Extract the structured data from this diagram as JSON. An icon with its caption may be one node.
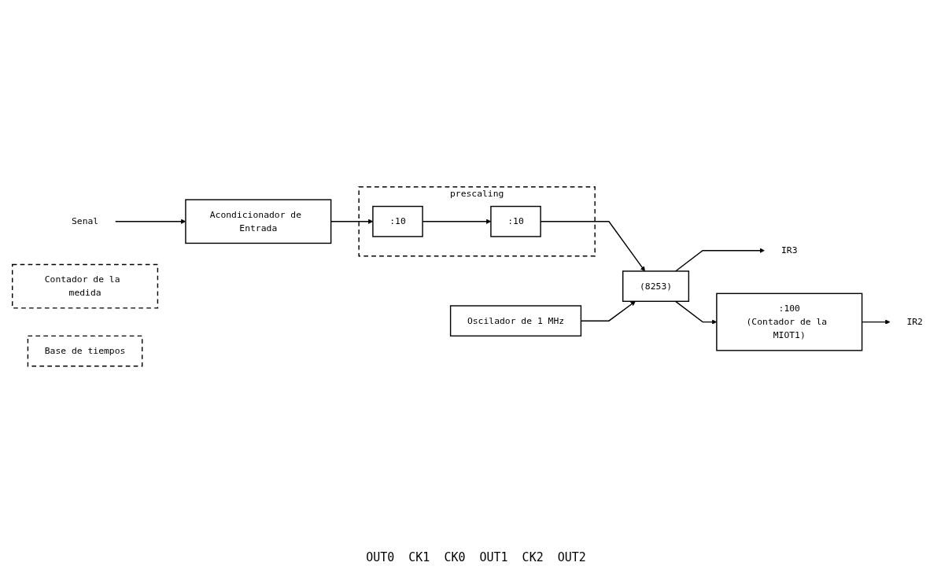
{
  "diagram": {
    "nodes": [
      {
        "text": [
          "Senal"
        ]
      },
      {
        "text": [
          "Acondicionador de Entrada"
        ]
      },
      {
        "text": [
          "prescaling"
        ]
      },
      {
        "text": [
          ":10"
        ],
        "in": 2
      },
      {
        "text": [
          ":10"
        ],
        "in": 2
      },
      {
        "text": [
          "Contador de la medida"
        ]
      },
      {
        "text": [
          "(8253)"
        ]
      },
      {
        "text": [
          "IR3"
        ]
      },
      {
        "text": [
          "Oscilador de 1 MHz"
        ]
      },
      {
        "text": [
          "Base de tiempos"
        ]
      },
      {
        "text": [
          ":100",
          "(Contador de la MIOT1)"
        ]
      },
      {
        "text": [
          "IR2"
        ]
      }
    ],
    "edges": [
      {
        "from": 0,
        "to": 1,
        "arrow": "to"
      },
      {
        "from": 1,
        "to": 3,
        "arrow": "to"
      },
      {
        "from": 3,
        "to": 4,
        "arrow": "to"
      },
      {
        "from": 4,
        "to": 6,
        "arrow": "to"
      },
      {
        "from": 6,
        "to": 7,
        "arrow": "to"
      },
      {
        "from": 8,
        "to": 6,
        "arrow": "to"
      },
      {
        "from": 6,
        "to": 10,
        "arrow": "to"
      },
      {
        "from": 10,
        "to": 11,
        "arrow": "to"
      }
    ],
    "labels": [
      "OUT0",
      "CK1",
      "CK0",
      "OUT1",
      "CK2",
      "OUT2"
    ]
  }
}
